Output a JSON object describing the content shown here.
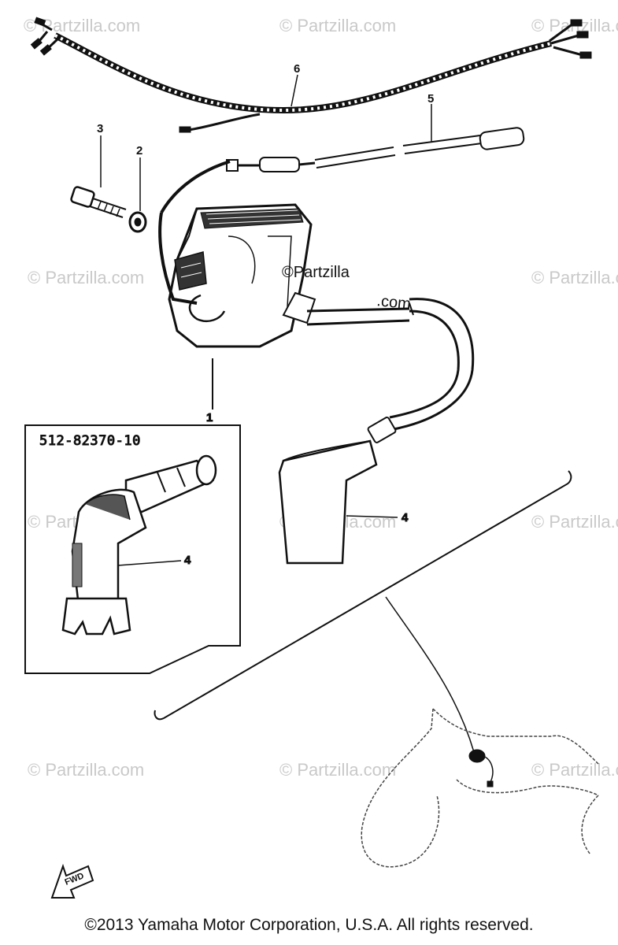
{
  "diagram": {
    "callouts": [
      "1",
      "2",
      "3",
      "4",
      "4",
      "5",
      "6"
    ],
    "inset_part_number": "512-82370-10",
    "direction_label": "FWD"
  },
  "watermarks": {
    "brand": "© Partzilla.com",
    "center_line1": "©Partzilla",
    "center_line2": ".com"
  },
  "footer": {
    "copyright": "©2013 Yamaha Motor Corporation, U.S.A. All rights reserved."
  },
  "colors": {
    "ink": "#111111",
    "watermark": "#c9c9c9",
    "background": "#ffffff"
  }
}
